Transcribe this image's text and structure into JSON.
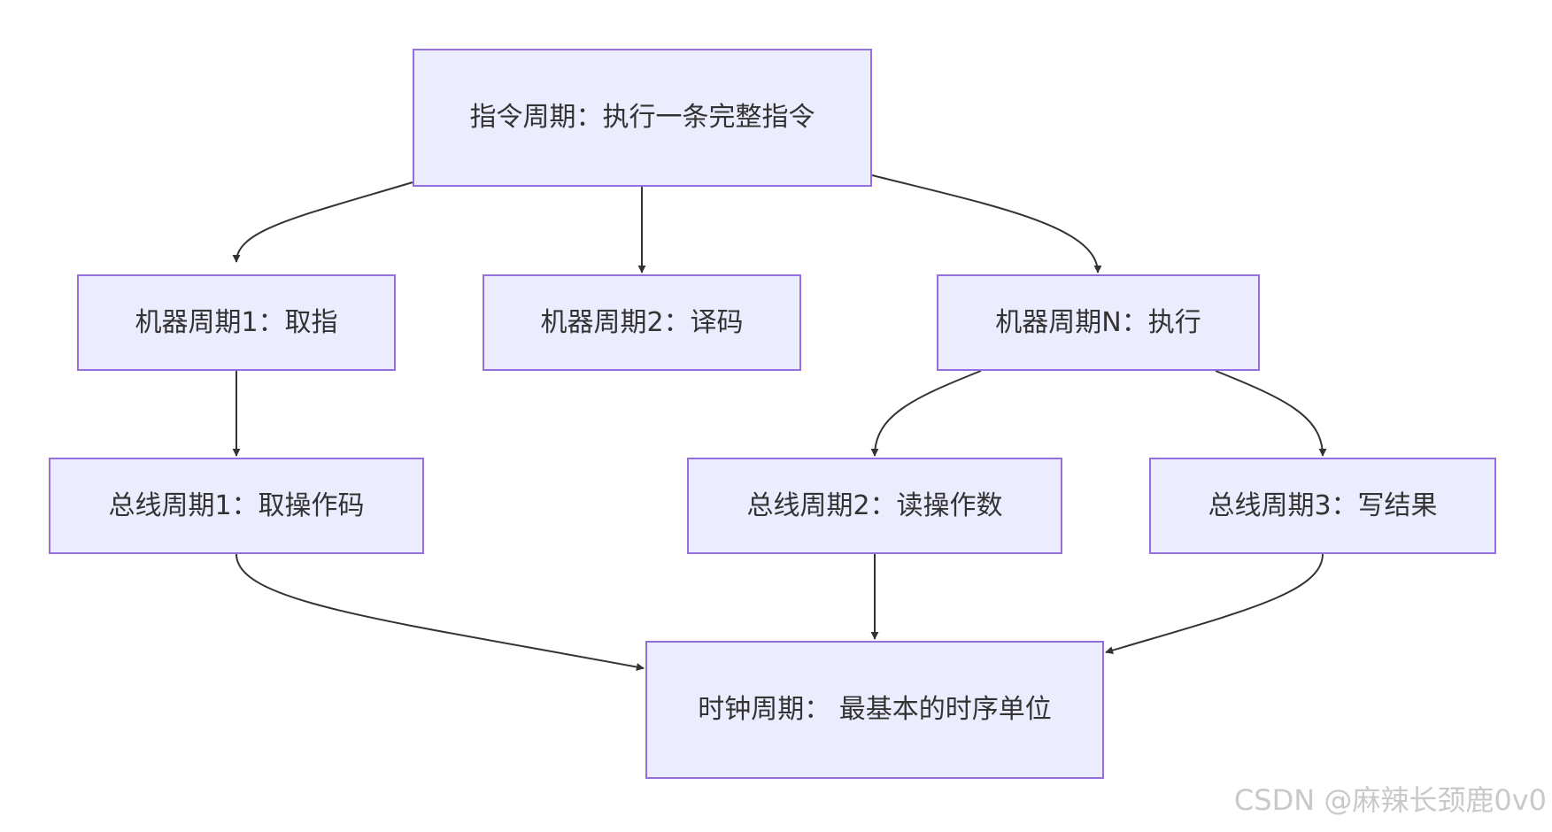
{
  "diagram": {
    "type": "flowchart-top-down",
    "colors": {
      "node_fill": "#ececff",
      "node_border": "#9370db",
      "text": "#333333",
      "edge": "#333333"
    },
    "nodes": {
      "instruction_cycle": "指令周期：执行一条完整指令",
      "machine_cycle_1": "机器周期1：取指",
      "machine_cycle_2": "机器周期2：译码",
      "machine_cycle_n": "机器周期N：执行",
      "bus_cycle_1": "总线周期1：取操作码",
      "bus_cycle_2": "总线周期2：读操作数",
      "bus_cycle_3": "总线周期3：写结果",
      "clock_cycle": "时钟周期： 最基本的时序单位"
    },
    "edges": [
      {
        "from": "instruction_cycle",
        "to": "machine_cycle_1"
      },
      {
        "from": "instruction_cycle",
        "to": "machine_cycle_2"
      },
      {
        "from": "instruction_cycle",
        "to": "machine_cycle_n"
      },
      {
        "from": "machine_cycle_1",
        "to": "bus_cycle_1"
      },
      {
        "from": "machine_cycle_n",
        "to": "bus_cycle_2"
      },
      {
        "from": "machine_cycle_n",
        "to": "bus_cycle_3"
      },
      {
        "from": "bus_cycle_1",
        "to": "clock_cycle"
      },
      {
        "from": "bus_cycle_2",
        "to": "clock_cycle"
      },
      {
        "from": "bus_cycle_3",
        "to": "clock_cycle"
      }
    ]
  },
  "watermark": "CSDN @麻辣长颈鹿0v0"
}
